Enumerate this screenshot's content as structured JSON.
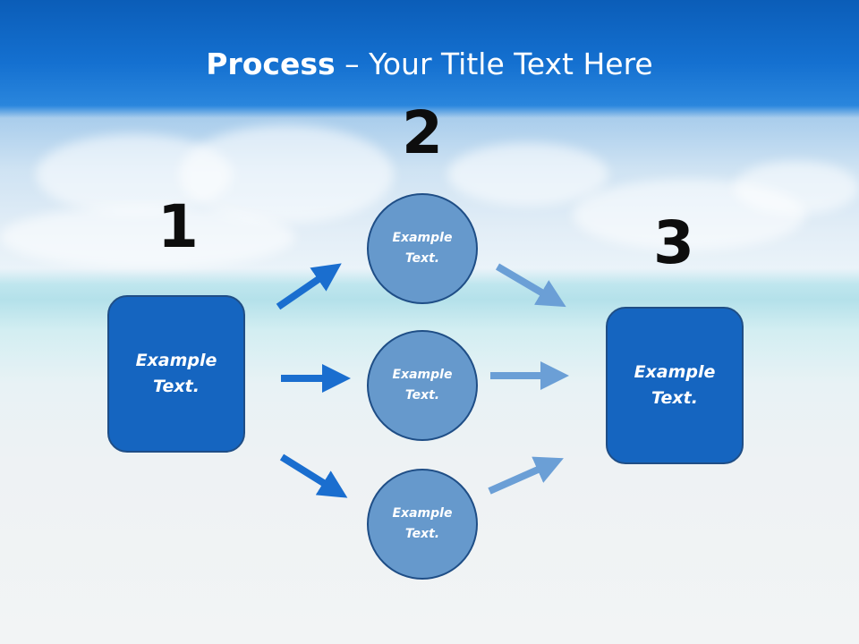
{
  "title": {
    "bold": "Process",
    "rest": " – Your Title Text Here"
  },
  "steps": {
    "n1": "1",
    "n2": "2",
    "n3": "3"
  },
  "left_box": {
    "text": "Example\nText."
  },
  "right_box": {
    "text": "Example\nText."
  },
  "circles": [
    {
      "text": "Example\nText."
    },
    {
      "text": "Example\nText."
    },
    {
      "text": "Example\nText."
    }
  ],
  "colors": {
    "box_fill": "#1565c0",
    "circle_fill": "#6699cc",
    "arrow_dark": "#1a6ecf",
    "arrow_light": "#6b9fd6"
  }
}
